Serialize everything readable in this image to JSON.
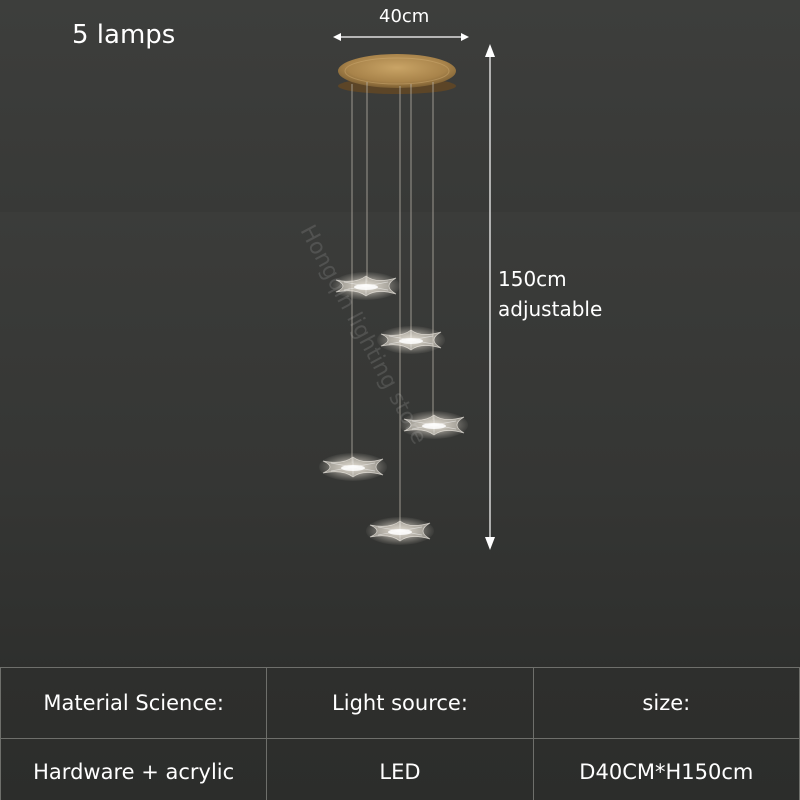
{
  "title": "5 lamps",
  "dimensions": {
    "width": "40cm",
    "height": "150cm",
    "height_note": "adjustable"
  },
  "watermark": "Hongqin lighting store",
  "spec_table": {
    "headers": [
      "Material Science:",
      "Light source:",
      "size:"
    ],
    "values": [
      "Hardware + acrylic",
      "LED",
      "D40CM*H150cm"
    ]
  },
  "colors": {
    "wall": "#363735",
    "canopy_gold": "#b08a4e",
    "text": "#ffffff",
    "grid_line": "#6e6f6b"
  }
}
